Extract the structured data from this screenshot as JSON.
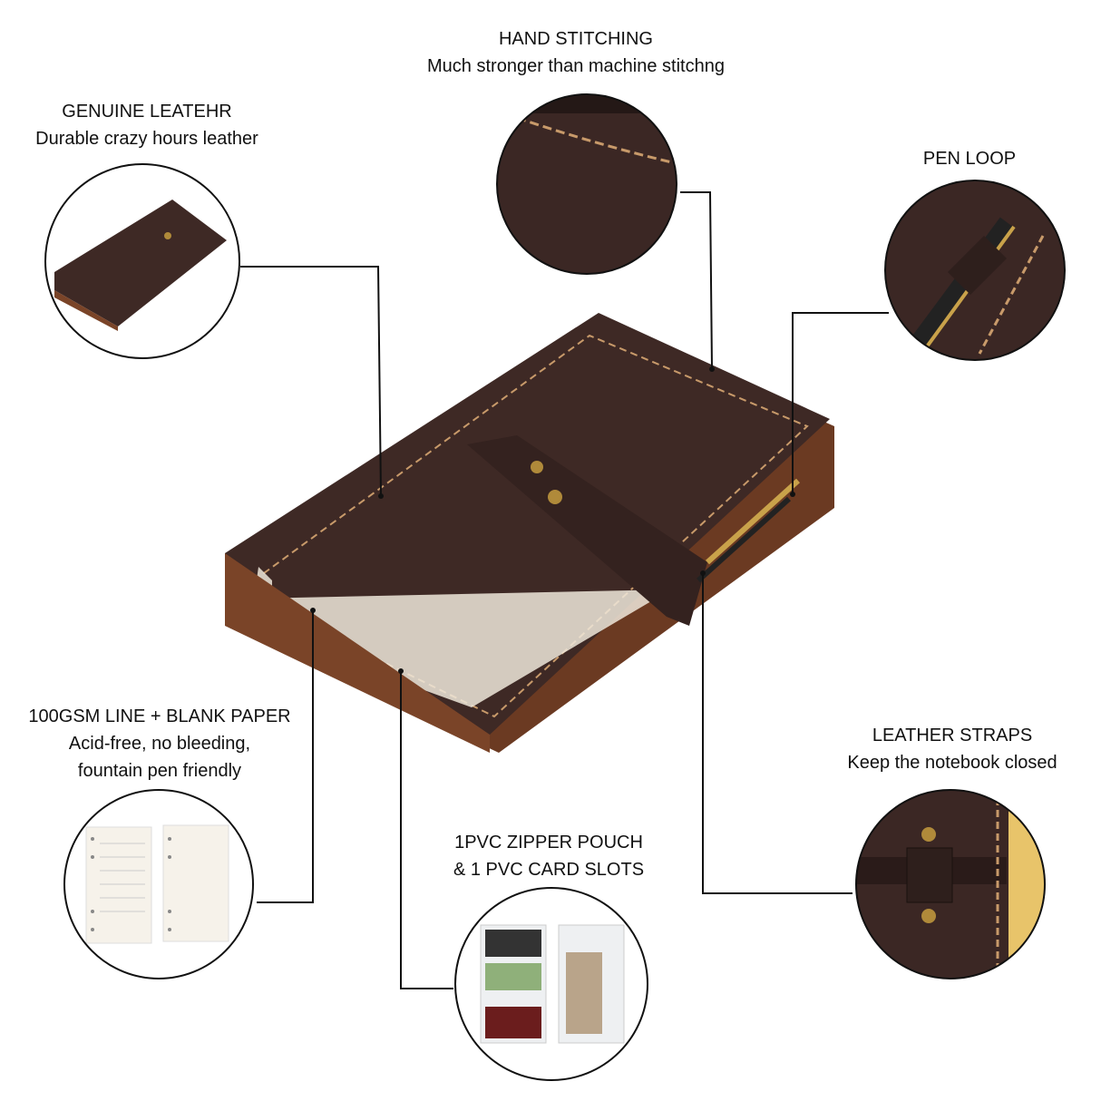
{
  "features": [
    {
      "title": "GENUINE LEATEHR",
      "lines": [
        "Durable crazy hours leather"
      ]
    },
    {
      "title": "HAND STITCHING",
      "lines": [
        "Much stronger than machine stitchng"
      ]
    },
    {
      "title": "PEN LOOP",
      "lines": []
    },
    {
      "title": "100GSM LINE + BLANK PAPER",
      "lines": [
        "Acid-free, no bleeding,",
        "fountain pen friendly"
      ]
    },
    {
      "title": "1PVC ZIPPER POUCH",
      "lines": [
        "& 1 PVC CARD SLOTS"
      ]
    },
    {
      "title": "LEATHER STRAPS",
      "lines": [
        "Keep the notebook closed"
      ]
    }
  ],
  "colors": {
    "leather": "#3b2724",
    "stitch": "#c89a6a",
    "edge": "#8a4a2a",
    "brass": "#b08a3a"
  }
}
